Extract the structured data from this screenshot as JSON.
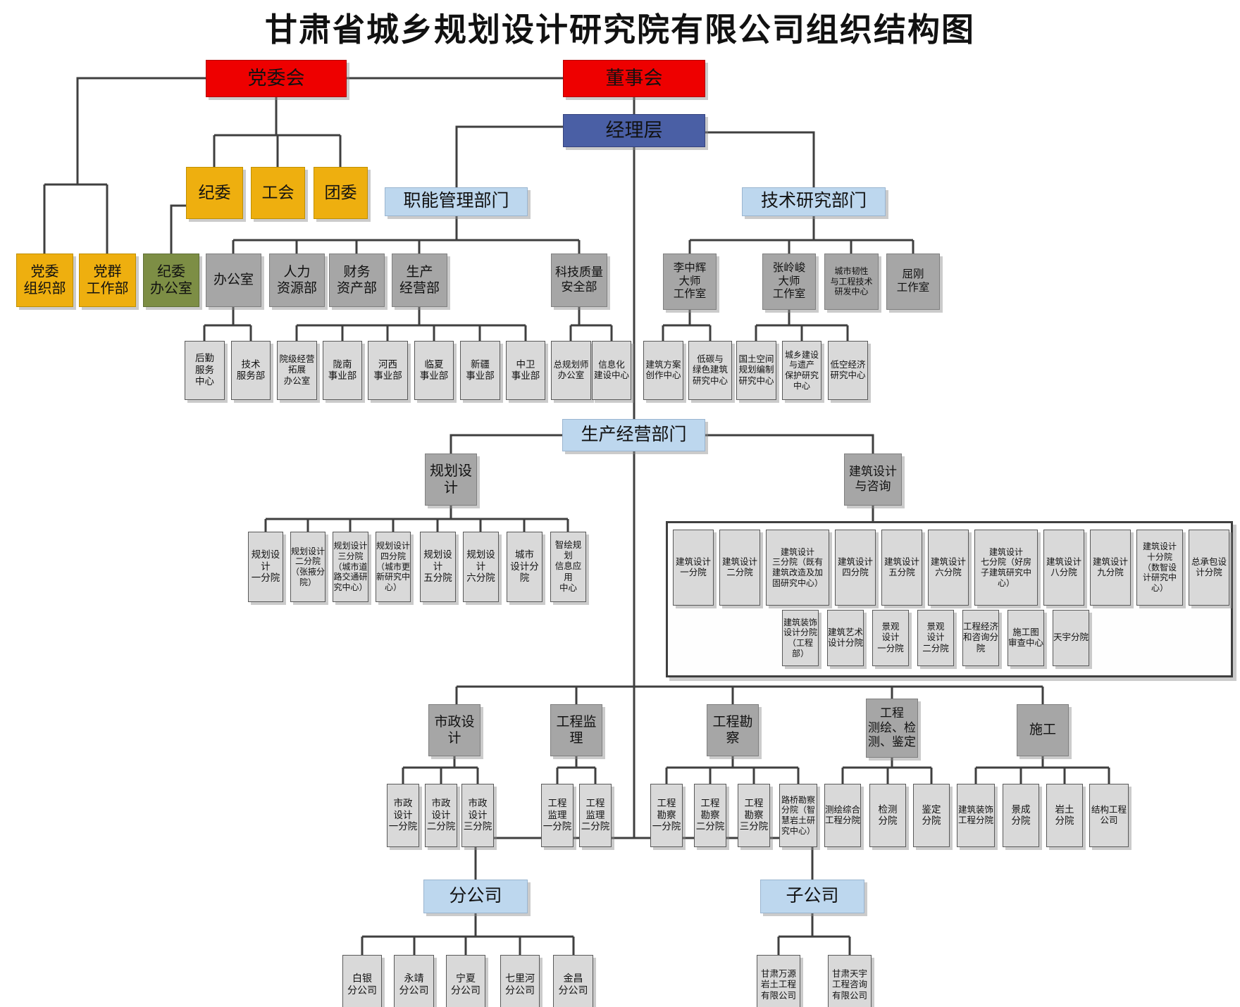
{
  "title": "甘肃省城乡规划设计研究院有限公司组织结构图",
  "colors": {
    "red": "#ee0000",
    "management_blue": "#4a5fa5",
    "light_blue": "#bdd7ee",
    "gold": "#eeaf0f",
    "olive": "#7d8e45",
    "mid_gray": "#a6a6a6",
    "leaf_gray": "#d9d9d9",
    "line": "#3f3f3f"
  },
  "nodes": {
    "dwh": {
      "label": "党委会"
    },
    "dsh": {
      "label": "董事会"
    },
    "jlc": {
      "label": "经理层"
    },
    "jw": {
      "label": "纪委"
    },
    "gonghui": {
      "label": "工会"
    },
    "tw": {
      "label": "团委"
    },
    "dwzzb": {
      "label": "党委\n组织部"
    },
    "dqgzb": {
      "label": "党群\n工作部"
    },
    "jwbgs": {
      "label": "纪委\n办公室"
    },
    "znglbm": {
      "label": "职能管理部门"
    },
    "jsyjbm": {
      "label": "技术研究部门"
    },
    "bgs": {
      "label": "办公室"
    },
    "rlzyb": {
      "label": "人力\n资源部"
    },
    "cwzcb": {
      "label": "财务\n资产部"
    },
    "scjyb": {
      "label": "生产\n经营部"
    },
    "kjzlaqb": {
      "label": "科技质量\n安全部"
    },
    "lzh": {
      "label": "李中辉\n大师\n工作室"
    },
    "zlj": {
      "label": "张岭峻\n大师\n工作室"
    },
    "csrx": {
      "label": "城市韧性\n与工程技术\n研发中心"
    },
    "qg": {
      "label": "屈刚\n工作室"
    },
    "hqfwzx": {
      "label": "后勤\n服务\n中心"
    },
    "jsfwb": {
      "label": "技术\n服务部"
    },
    "yjjy": {
      "label": "院级经营\n拓展\n办公室"
    },
    "ln": {
      "label": "陇南\n事业部"
    },
    "hx": {
      "label": "河西\n事业部"
    },
    "lx": {
      "label": "临夏\n事业部"
    },
    "xj": {
      "label": "新疆\n事业部"
    },
    "zw": {
      "label": "中卫\n事业部"
    },
    "zghs": {
      "label": "总规划师\n办公室"
    },
    "xxh": {
      "label": "信息化\n建设中心"
    },
    "jzfa": {
      "label": "建筑方案\n创作中心"
    },
    "dt": {
      "label": "低碳与\n绿色建筑\n研究中心"
    },
    "gtkj": {
      "label": "国土空间\n规划编制\n研究中心"
    },
    "cxjs": {
      "label": "城乡建设\n与遗产\n保护研究\n中心"
    },
    "dkjj": {
      "label": "低空经济\n研究中心"
    },
    "scjybm": {
      "label": "生产经营部门"
    },
    "ghsj": {
      "label": "规划设计"
    },
    "jzsjzx": {
      "label": "建筑设计\n与咨询"
    },
    "gh1": {
      "label": "规划设计\n一分院"
    },
    "gh2": {
      "label": "规划设计\n二分院\n（张掖分\n院）"
    },
    "gh3": {
      "label": "规划设计\n三分院\n（城市道\n路交通研\n究中心）"
    },
    "gh4": {
      "label": "规划设计\n四分院\n（城市更\n新研究中\n心）"
    },
    "gh5": {
      "label": "规划设计\n五分院"
    },
    "gh6": {
      "label": "规划设计\n六分院"
    },
    "csjsfy": {
      "label": "城市\n设计分院"
    },
    "zhgh": {
      "label": "智绘规划\n信息应用\n中心"
    },
    "jz1": {
      "label": "建筑设计\n一分院"
    },
    "jz2": {
      "label": "建筑设计\n二分院"
    },
    "jz3": {
      "label": "建筑设计\n三分院（既有\n建筑改造及加\n固研究中心）"
    },
    "jz4": {
      "label": "建筑设计\n四分院"
    },
    "jz5": {
      "label": "建筑设计\n五分院"
    },
    "jz6": {
      "label": "建筑设计\n六分院"
    },
    "jz7": {
      "label": "建筑设计\n七分院（好房\n子建筑研究中\n心）"
    },
    "jz8": {
      "label": "建筑设计\n八分院"
    },
    "jz9": {
      "label": "建筑设计\n九分院"
    },
    "jz10": {
      "label": "建筑设计\n十分院\n（数智设\n计研究中\n心）"
    },
    "zcb": {
      "label": "总承包设\n计分院"
    },
    "jzzs": {
      "label": "建筑装饰\n设计分院\n（工程\n部）"
    },
    "jzys": {
      "label": "建筑艺术\n设计分院"
    },
    "jg1": {
      "label": "景观\n设计\n一分院"
    },
    "jg2": {
      "label": "景观\n设计\n二分院"
    },
    "gcjj": {
      "label": "工程经济\n和咨询分\n院"
    },
    "sgt": {
      "label": "施工图\n审查中心"
    },
    "tyfy": {
      "label": "天宇分院"
    },
    "szsj": {
      "label": "市政设计"
    },
    "gcjl": {
      "label": "工程监理"
    },
    "gckc": {
      "label": "工程勘察"
    },
    "gcch": {
      "label": "工程\n测绘、检\n测、鉴定"
    },
    "sg": {
      "label": "施工"
    },
    "sz1": {
      "label": "市政\n设计\n一分院"
    },
    "sz2": {
      "label": "市政\n设计\n二分院"
    },
    "sz3": {
      "label": "市政\n设计\n三分院"
    },
    "jl1": {
      "label": "工程\n监理\n一分院"
    },
    "jl2": {
      "label": "工程\n监理\n二分院"
    },
    "kc1": {
      "label": "工程\n勘察\n一分院"
    },
    "kc2": {
      "label": "工程\n勘察\n二分院"
    },
    "kc3": {
      "label": "工程\n勘察\n三分院"
    },
    "lqkc": {
      "label": "路桥勘察\n分院（智\n慧岩土研\n究中心）"
    },
    "chzh": {
      "label": "测绘综合\n工程分院"
    },
    "jcfy": {
      "label": "检测\n分院"
    },
    "jdfy": {
      "label": "鉴定\n分院"
    },
    "jzzsgc": {
      "label": "建筑装饰\n工程分院"
    },
    "jcheng": {
      "label": "景成\n分院"
    },
    "ytfy": {
      "label": "岩土\n分院"
    },
    "jggc": {
      "label": "结构工程\n公司"
    },
    "fgs": {
      "label": "分公司"
    },
    "zgs": {
      "label": "子公司"
    },
    "by": {
      "label": "白银\n分公司"
    },
    "yj": {
      "label": "永靖\n分公司"
    },
    "nx": {
      "label": "宁夏\n分公司"
    },
    "qlh": {
      "label": "七里河\n分公司"
    },
    "jc": {
      "label": "金昌\n分公司"
    },
    "gswy": {
      "label": "甘肃万源\n岩土工程\n有限公司"
    },
    "gsty": {
      "label": "甘肃天宇\n工程咨询\n有限公司"
    }
  }
}
